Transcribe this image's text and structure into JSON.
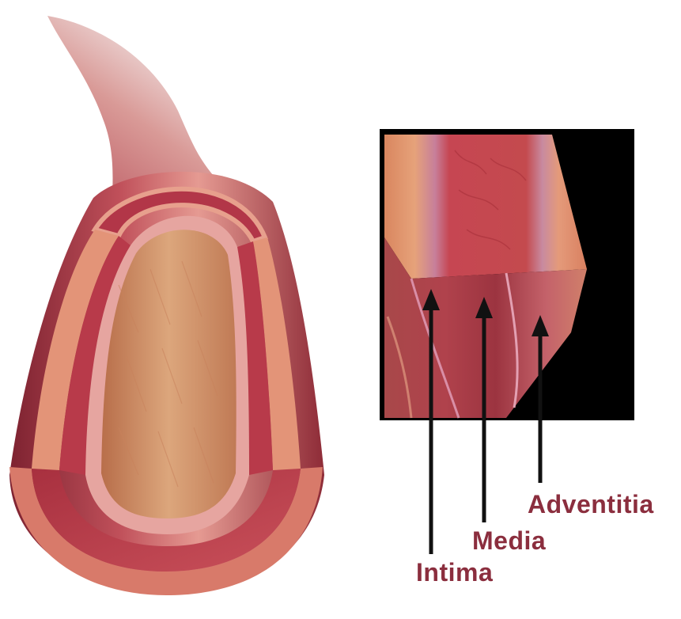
{
  "labels": {
    "adventitia": "Adventitia",
    "media": "Media",
    "intima": "Intima"
  },
  "colors": {
    "label_text": "#8b2e3e",
    "arrow": "#111111",
    "inset_background": "#000000",
    "adventitia_layer": "#e8957a",
    "media_layer": "#c0424e",
    "intima_layer": "#c98a62",
    "lumen": "#d49a6e"
  }
}
